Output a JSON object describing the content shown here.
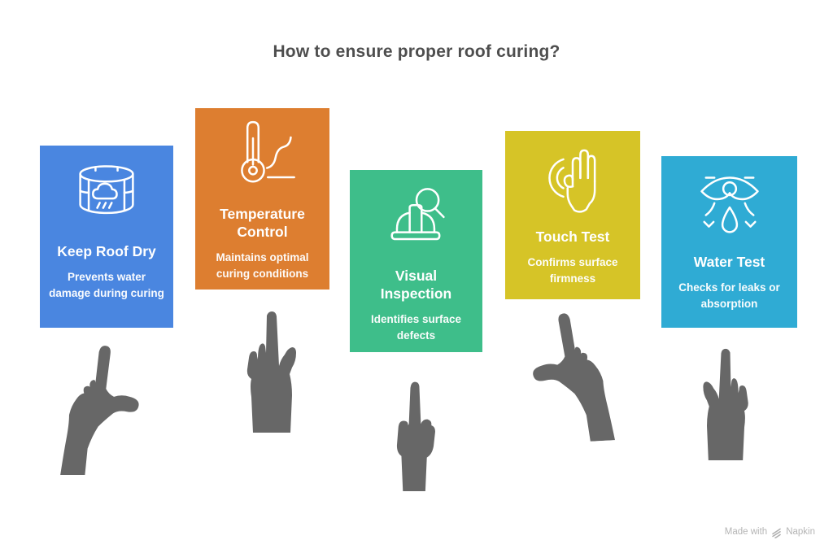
{
  "title": "How to ensure proper roof curing?",
  "title_color": "#4E4E4E",
  "hand_color": "#676767",
  "cards": [
    {
      "title": "Keep Roof Dry",
      "description": "Prevents water damage during curing",
      "color": "#4A86E0",
      "icon": "covered-roof-rain-cloud-icon"
    },
    {
      "title": "Temperature Control",
      "description": "Maintains optimal curing conditions",
      "color": "#DD7E30",
      "icon": "thermometer-curve-icon"
    },
    {
      "title": "Visual Inspection",
      "description": "Identifies surface defects",
      "color": "#3EBE8A",
      "icon": "hard-hat-magnifier-icon"
    },
    {
      "title": "Touch Test",
      "description": "Confirms surface firmness",
      "color": "#D6C427",
      "icon": "touch-hand-ripple-icon"
    },
    {
      "title": "Water Test",
      "description": "Checks for leaks or absorption",
      "color": "#2FABD4",
      "icon": "sprinkler-water-drop-icon"
    }
  ],
  "watermark": {
    "prefix": "Made with",
    "brand": "Napkin"
  }
}
